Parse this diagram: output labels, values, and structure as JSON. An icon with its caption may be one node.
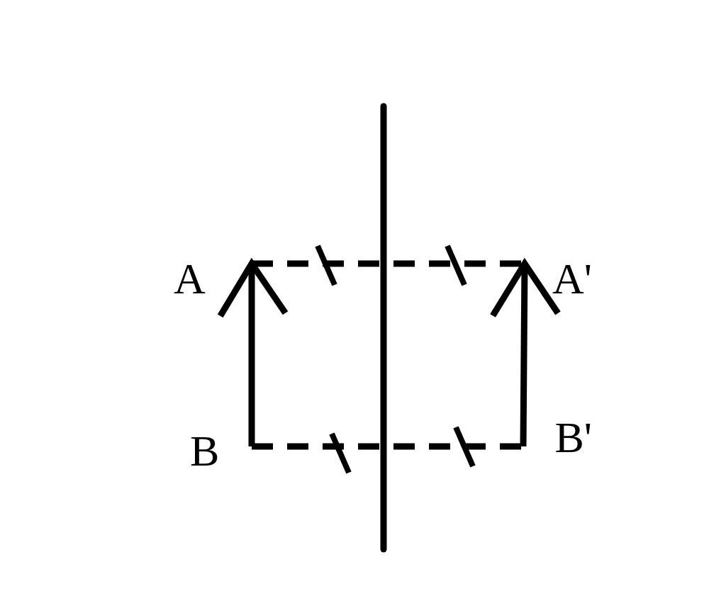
{
  "diagram": {
    "nodes": [
      {
        "text": [
          "A"
        ]
      },
      {
        "text": [
          "B"
        ]
      },
      {
        "text": [
          "A'"
        ]
      },
      {
        "text": [
          "B'"
        ]
      }
    ],
    "edges": [
      {
        "from": 1,
        "to": 0,
        "arrow": "to"
      },
      {
        "from": 3,
        "to": 2,
        "arrow": "to"
      },
      {
        "from": 0,
        "to": 2,
        "arrow": "none",
        "style": "dashed"
      },
      {
        "from": 1,
        "to": 3,
        "arrow": "none",
        "style": "dashed"
      }
    ]
  }
}
